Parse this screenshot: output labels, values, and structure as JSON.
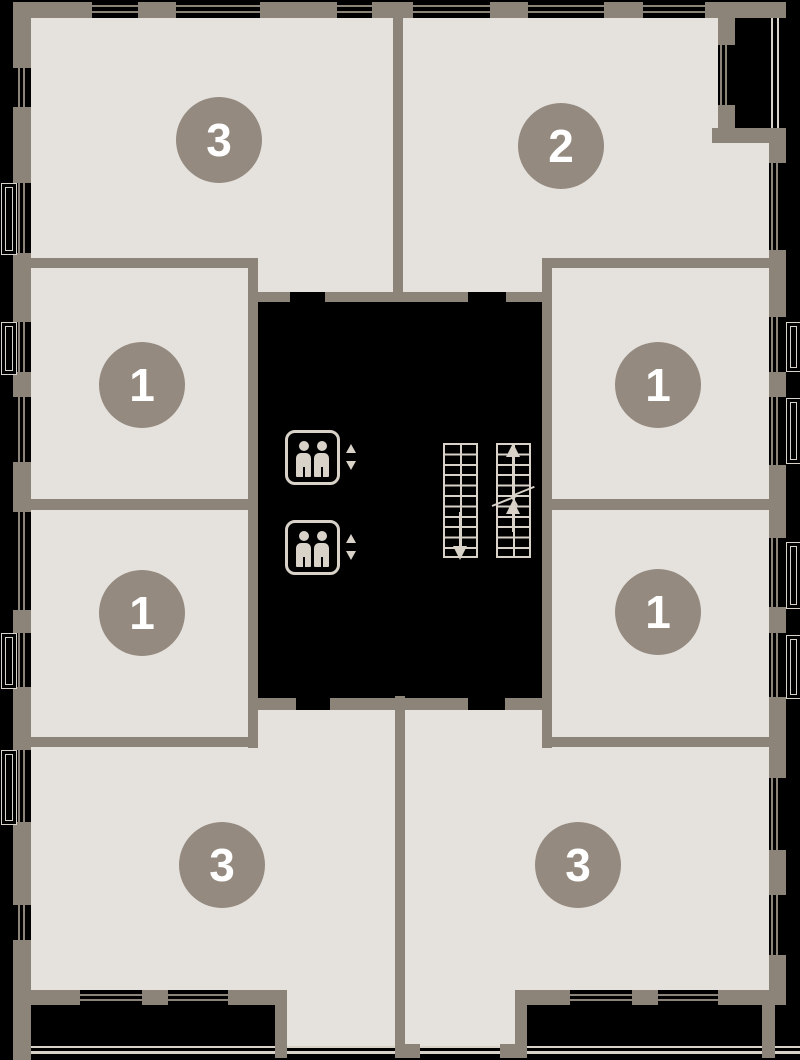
{
  "floor_plan": {
    "units": [
      {
        "name": "unit-top-left",
        "label": "3"
      },
      {
        "name": "unit-top-right",
        "label": "2"
      },
      {
        "name": "unit-mid-left-upper",
        "label": "1"
      },
      {
        "name": "unit-mid-right-upper",
        "label": "1"
      },
      {
        "name": "unit-mid-left-lower",
        "label": "1"
      },
      {
        "name": "unit-mid-right-lower",
        "label": "1"
      },
      {
        "name": "unit-bottom-left",
        "label": "3"
      },
      {
        "name": "unit-bottom-right",
        "label": "3"
      }
    ],
    "core": {
      "icons": [
        "elevator-icon",
        "elevator-icon",
        "stairs-up-icon",
        "stairs-down-icon",
        "elevator-call-arrows"
      ]
    },
    "colors": {
      "wall": "#8C8379",
      "fill": "#E5E2DD",
      "badge": "#948A80",
      "icon": "#D8D2C9",
      "number": "#FFFFFF",
      "background": "#000000"
    }
  }
}
